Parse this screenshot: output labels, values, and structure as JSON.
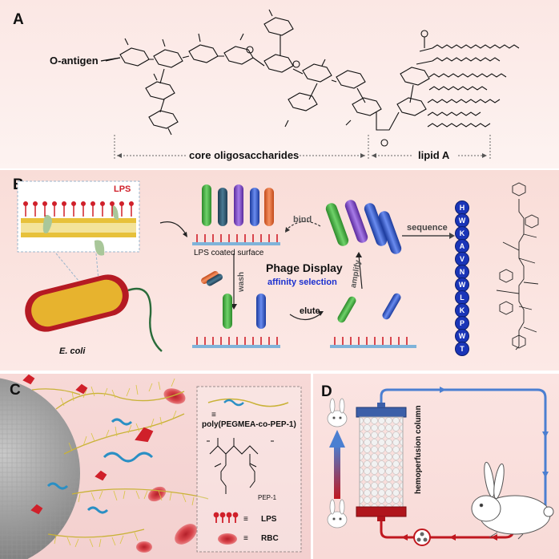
{
  "panels": {
    "a": {
      "label": "A",
      "o_antigen": "O-antigen",
      "core": "core oligosaccharides",
      "lipid": "lipid A"
    },
    "b": {
      "label": "B",
      "lps": "LPS",
      "ecoli": "E. coli",
      "surface": "LPS coated surface",
      "bind": "bind",
      "wash": "wash",
      "elute": "elute",
      "amplify": "amplify",
      "phage_display": "Phage Display",
      "affinity": "affinity selection",
      "sequence": "sequence",
      "peptide": [
        "H",
        "W",
        "K",
        "A",
        "V",
        "N",
        "W",
        "L",
        "K",
        "P",
        "W",
        "T"
      ]
    },
    "c": {
      "label": "C",
      "polymer": "poly(PEGMEA-co-PEP-1)",
      "pep": "PEP-1",
      "lps_legend": "LPS",
      "rbc_legend": "RBC",
      "equiv": "≡"
    },
    "d": {
      "label": "D",
      "column": "hemoperfusion column"
    }
  },
  "colors": {
    "lps_red": "#d0202a",
    "phage_green": "#3fae3a",
    "phage_blue": "#2b4fc4",
    "peptide_blue": "#1a35b8",
    "tube_blue": "#4b7fd1",
    "tube_red": "#c0181f"
  }
}
